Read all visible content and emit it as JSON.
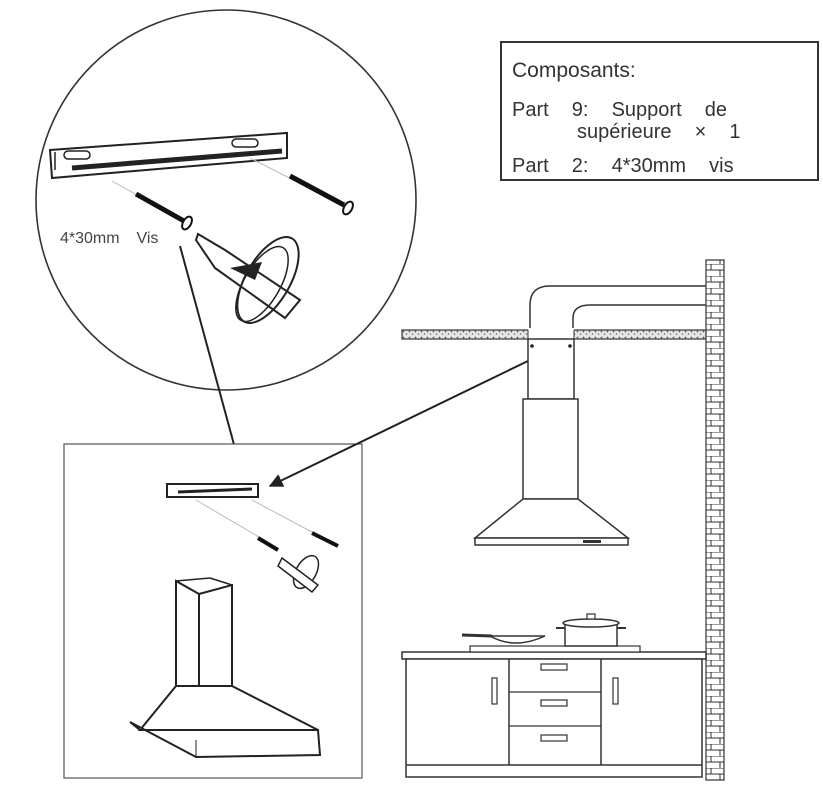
{
  "components_box": {
    "title": "Composants:",
    "part9_line1": "Part  9:  Support  de",
    "part9_line2": "supérieure  ×  1",
    "part2": "Part  2:  4*30mm  vis"
  },
  "callout": {
    "screw_label": "4*30mm  Vis"
  }
}
